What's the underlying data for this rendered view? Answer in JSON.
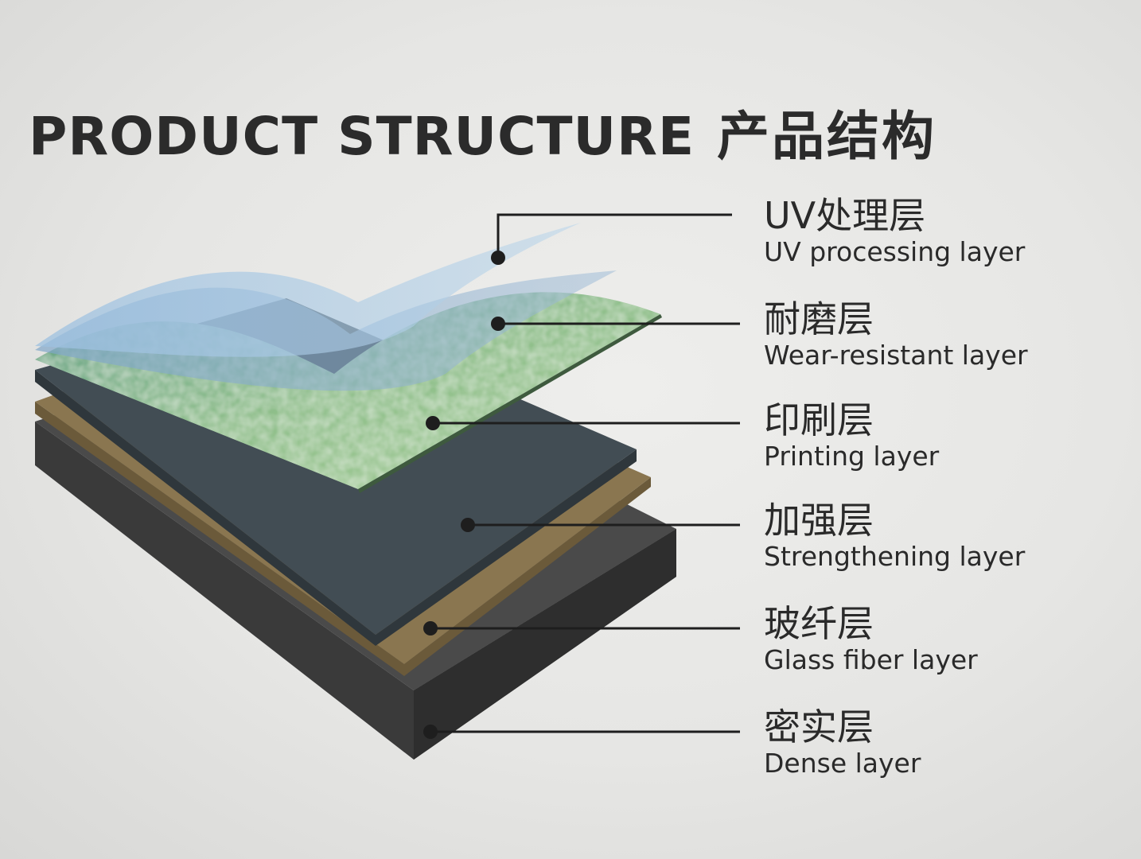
{
  "title": {
    "en": "PRODUCT STRUCTURE",
    "zh": "产品结构"
  },
  "layers": [
    {
      "zh": "UV处理层",
      "en": "UV processing layer"
    },
    {
      "zh": "耐磨层",
      "en": "Wear-resistant layer"
    },
    {
      "zh": "印刷层",
      "en": "Printing layer"
    },
    {
      "zh": "加强层",
      "en": "Strengthening layer"
    },
    {
      "zh": "玻纤层",
      "en": "Glass fiber layer"
    },
    {
      "zh": "密实层",
      "en": "Dense layer"
    }
  ],
  "colors": {
    "uv_layer": "#9cc0e0",
    "wear_layer": "#7fa6c8",
    "printing_layer": "#8fbf8a",
    "strengthening_layer": "#3f4a50",
    "glass_fiber_layer": "#7a6a45",
    "dense_layer": "#3c3c3c",
    "leader_line": "#1e1e1e"
  }
}
